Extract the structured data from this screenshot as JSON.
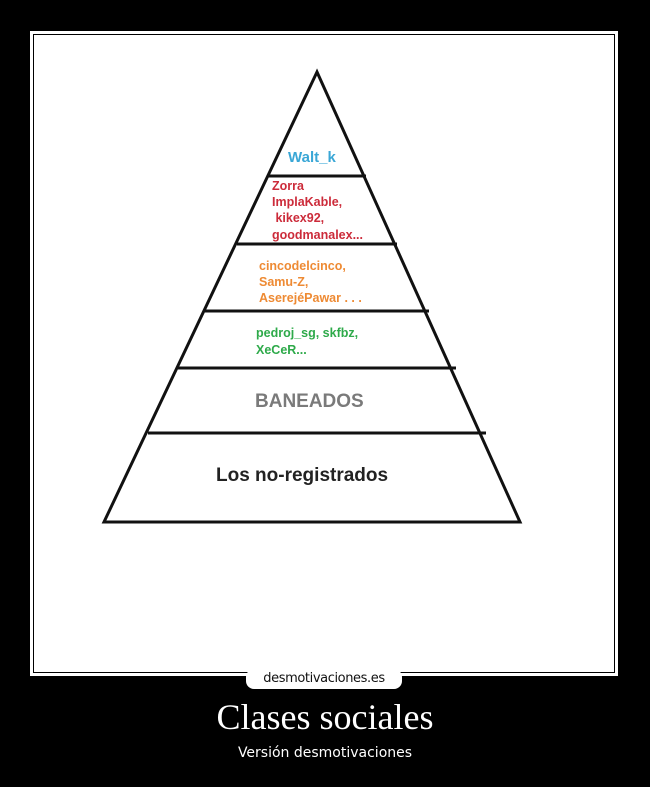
{
  "poster": {
    "title": "Clases sociales",
    "subtitle": "Versión desmotivaciones",
    "watermark": "desmotivaciones.es"
  },
  "pyramid": {
    "tier1": {
      "lines": [
        "Walt_k"
      ],
      "color": "#3aa7d6"
    },
    "tier2": {
      "lines": [
        "Zorra",
        "ImplaKable,",
        " kikex92,",
        "goodmanalex..."
      ],
      "color": "#cc2b3a"
    },
    "tier3": {
      "lines": [
        "cincodelcinco,",
        "Samu-Z,",
        "AserejéPawar . . ."
      ],
      "color": "#ee8a33"
    },
    "tier4": {
      "lines": [
        "pedroj_sg, skfbz,",
        "XeCeR..."
      ],
      "color": "#2eaa4a"
    },
    "tier5": {
      "lines": [
        "BANEADOS"
      ],
      "color": "#7a7a7a"
    },
    "tier6": {
      "lines": [
        "Los no-registrados"
      ],
      "color": "#222222"
    }
  }
}
